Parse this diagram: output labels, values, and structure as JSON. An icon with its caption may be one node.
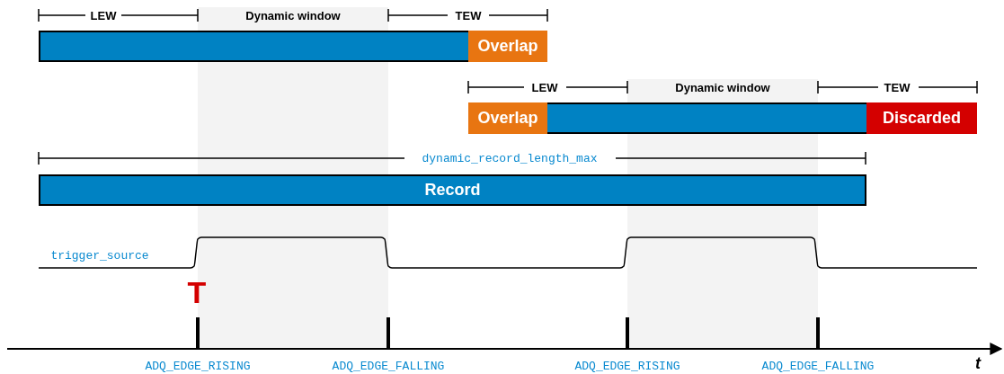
{
  "diagram": {
    "nodes": [
      {
        "text": [],
        "shape": "bar"
      },
      {
        "text": [
          "Overlap"
        ],
        "in": 0
      },
      {
        "text": [],
        "shape": "bar"
      },
      {
        "text": [
          "Overlap"
        ],
        "in": 2
      },
      {
        "text": [
          "Discarded"
        ],
        "in": 2
      },
      {
        "text": [
          "Record"
        ]
      }
    ],
    "labels": [
      "LEW",
      "Dynamic window",
      "TEW",
      "LEW",
      "Dynamic window",
      "TEW",
      "dynamic_record_length_max",
      "trigger_source",
      "T",
      "ADQ_EDGE_RISING",
      "ADQ_EDGE_FALLING",
      "ADQ_EDGE_RISING",
      "ADQ_EDGE_FALLING",
      "t"
    ]
  }
}
